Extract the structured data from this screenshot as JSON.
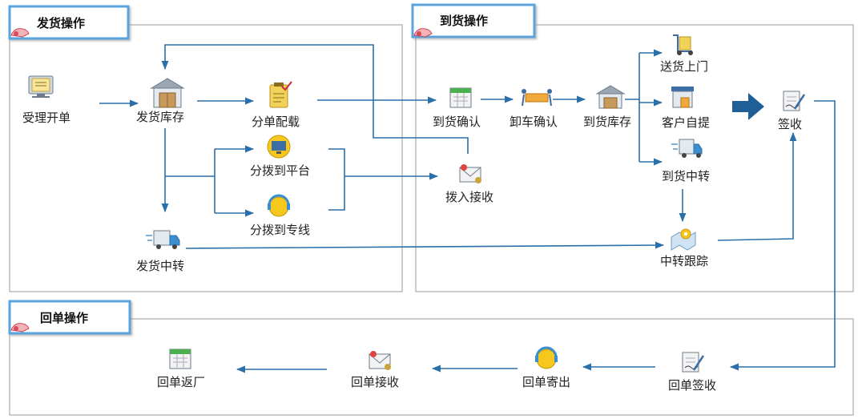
{
  "sections": {
    "shipping": {
      "title": "发货操作"
    },
    "arrival": {
      "title": "到货操作"
    },
    "receipt": {
      "title": "回单操作"
    }
  },
  "nodes": {
    "order_entry": {
      "label": "受理开单",
      "icon": "monitor-document-icon"
    },
    "ship_stock": {
      "label": "发货库存",
      "icon": "warehouse-icon"
    },
    "split_load": {
      "label": "分单配载",
      "icon": "clipboard-check-icon"
    },
    "to_platform": {
      "label": "分拨到平台",
      "icon": "platform-screen-icon"
    },
    "to_line": {
      "label": "分拨到专线",
      "icon": "headset-icon"
    },
    "ship_transfer": {
      "label": "发货中转",
      "icon": "delivery-truck-icon"
    },
    "transfer_receive": {
      "label": "拨入接收",
      "icon": "envelope-icon"
    },
    "arrival_confirm": {
      "label": "到货确认",
      "icon": "calendar-icon"
    },
    "unload_confirm": {
      "label": "卸车确认",
      "icon": "workers-carrying-icon"
    },
    "arrival_stock": {
      "label": "到货库存",
      "icon": "warehouse-icon"
    },
    "door_delivery": {
      "label": "送货上门",
      "icon": "hand-truck-icon"
    },
    "self_pickup": {
      "label": "客户自提",
      "icon": "storefront-icon"
    },
    "arrival_transfer": {
      "label": "到货中转",
      "icon": "delivery-truck-icon"
    },
    "transfer_track": {
      "label": "中转跟踪",
      "icon": "map-pin-icon"
    },
    "sign": {
      "label": "签收",
      "icon": "sign-pen-icon"
    },
    "receipt_sign": {
      "label": "回单签收",
      "icon": "sign-pen-icon"
    },
    "receipt_send": {
      "label": "回单寄出",
      "icon": "headset-icon"
    },
    "receipt_receive": {
      "label": "回单接收",
      "icon": "envelope-icon"
    },
    "receipt_return": {
      "label": "回单返厂",
      "icon": "calendar-icon"
    }
  },
  "colors": {
    "arrow": "#2a6fa8",
    "tab_border": "#5aa3de",
    "section_border": "#9a9a9a",
    "big_arrow": "#1f5f97"
  }
}
